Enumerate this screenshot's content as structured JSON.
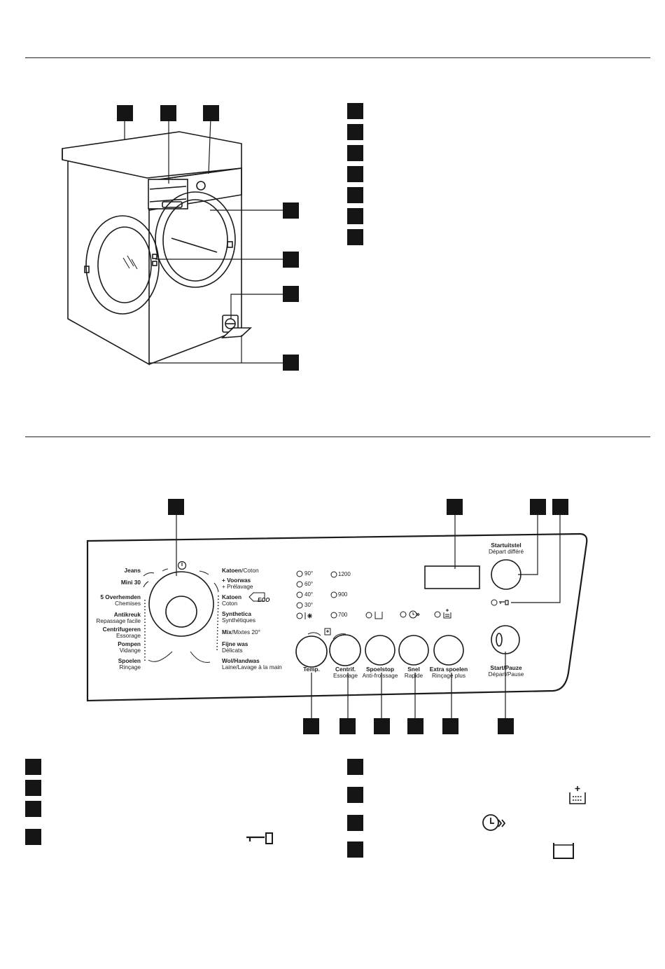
{
  "programs_left": [
    {
      "bold": "Jeans",
      "sub": ""
    },
    {
      "bold": "Mini 30",
      "sub": ""
    },
    {
      "bold": "5 Overhemden",
      "sub": "Chemises"
    },
    {
      "bold": "Antikreuk",
      "sub": "Repassage facile"
    },
    {
      "bold": "Centrifugeren",
      "sub": "Essorage"
    },
    {
      "bold": "Pompen",
      "sub": "Vidange"
    },
    {
      "bold": "Spoelen",
      "sub": "Rinçage"
    }
  ],
  "programs_right": [
    {
      "bold": "Katoen",
      "rest": "/Coton",
      "sub": ""
    },
    {
      "bold": "+ Voorwas",
      "rest": "",
      "sub": "+ Prélavage"
    },
    {
      "bold": "Katoen",
      "rest": "",
      "sub": "Coton"
    },
    {
      "bold": "Synthetica",
      "rest": "",
      "sub": "Synthétiques"
    },
    {
      "bold": "Mix",
      "rest": "/Mixtes 20°",
      "sub": ""
    },
    {
      "bold": "Fijne was",
      "rest": "",
      "sub": "Délicats"
    },
    {
      "bold": "Wol/Handwas",
      "rest": "",
      "sub": "Laine/Lavage à la main"
    }
  ],
  "eco_label": "ECO",
  "temperatures": [
    "90°",
    "60°",
    "40°",
    "30°"
  ],
  "speeds": [
    "1200",
    "900",
    "700"
  ],
  "buttons": [
    {
      "bold": "Temp.",
      "sub": ""
    },
    {
      "bold": "Centrif.",
      "sub": "Essorage"
    },
    {
      "bold": "Spoelstop",
      "sub": "Anti-froissage"
    },
    {
      "bold": "Snel",
      "sub": "Rapide"
    },
    {
      "bold": "Extra spoelen",
      "sub": "Rinçage plus"
    }
  ],
  "delay": {
    "bold": "Startuitstel",
    "sub": "Départ différé"
  },
  "start": {
    "bold": "Start/Pauze",
    "sub": "Départ/Pause"
  },
  "icons": [
    "power-icon",
    "snowflake-icon",
    "spin-icon",
    "rinse-hold-icon",
    "quick-icon",
    "extra-rinse-icon",
    "key-lock-icon"
  ]
}
